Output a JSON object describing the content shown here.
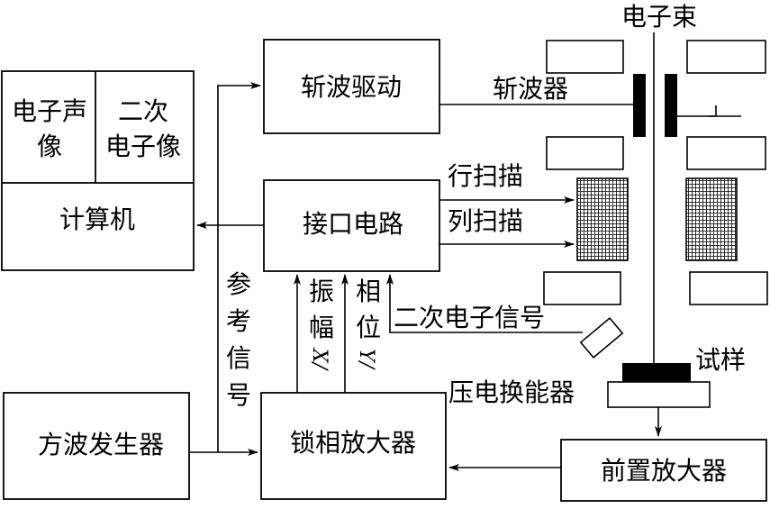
{
  "labels": {
    "electron_beam": "电子束",
    "chopper": "斩波器",
    "chopper_drive": "斩波驱动",
    "acoustic_image_l1": "电子声",
    "acoustic_image_l2": "像",
    "secondary_image_l1": "二次",
    "secondary_image_l2": "电子像",
    "computer": "计算机",
    "interface_circuit": "接口电路",
    "line_scan": "行扫描",
    "column_scan": "列扫描",
    "reference_signal": [
      "参",
      "考",
      "信",
      "号"
    ],
    "amplitude": [
      "振",
      "幅"
    ],
    "amplitude_var": "X/",
    "phase": [
      "相",
      "位"
    ],
    "phase_var": "Y/",
    "secondary_electron_signal": "二次电子信号",
    "specimen": "试样",
    "piezo_transducer": "压电换能器",
    "square_wave_generator": "方波发生器",
    "lockin_amplifier": "锁相放大器",
    "preamplifier": "前置放大器"
  },
  "colors": {
    "stroke": "#000000",
    "fill": "#ffffff",
    "dark": "#000000"
  }
}
